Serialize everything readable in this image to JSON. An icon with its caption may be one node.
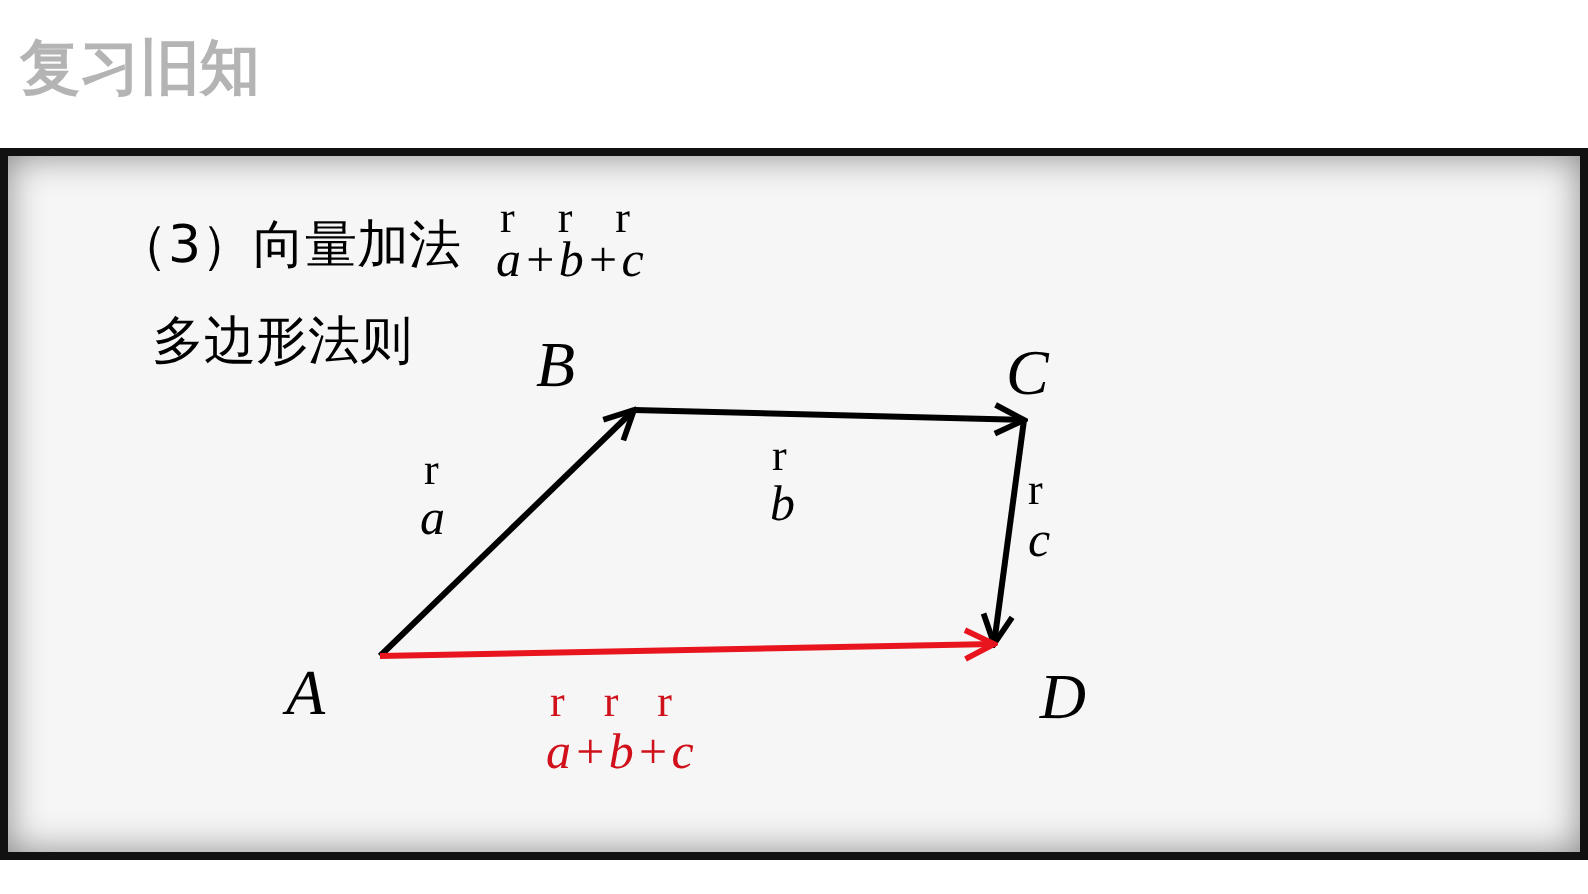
{
  "diagram": {
    "title": "复习旧知",
    "nodes": [
      {
        "text": [
          "A"
        ]
      },
      {
        "text": [
          "B"
        ]
      },
      {
        "text": [
          "C"
        ]
      },
      {
        "text": [
          "D"
        ]
      }
    ],
    "edges": [
      {
        "from": 0,
        "to": 1,
        "arrow": "to"
      },
      {
        "from": 1,
        "to": 2,
        "arrow": "to"
      },
      {
        "from": 2,
        "to": 3,
        "arrow": "to"
      },
      {
        "from": 0,
        "to": 3,
        "arrow": "to",
        "color": "#e8141e"
      }
    ],
    "labels": [
      "（3）向量加法",
      "r r r",
      "a+b+c",
      "多边形法则",
      "r",
      "a",
      "r",
      "b",
      "r",
      "c",
      "r r r",
      "a+b+c"
    ]
  }
}
